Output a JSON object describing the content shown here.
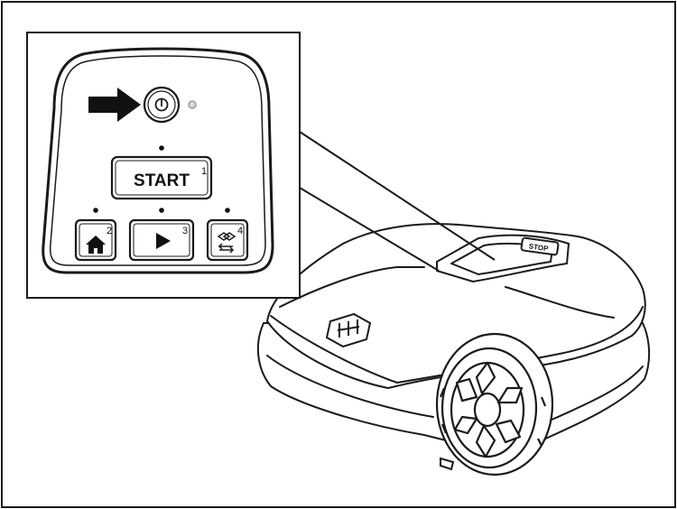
{
  "panel": {
    "start_label": "START",
    "start_number": "1",
    "home_number": "2",
    "play_number": "3",
    "schedule_number": "4"
  },
  "mower": {
    "lid_label": "STOP"
  },
  "icons": [
    "pointer-arrow-icon",
    "power-icon",
    "home-icon",
    "play-icon",
    "schedule-icon",
    "brand-logo-icon"
  ],
  "colors": {
    "line": "#1a1a1a",
    "panel_face": "#ffffff",
    "led": "#9a9a9a"
  }
}
